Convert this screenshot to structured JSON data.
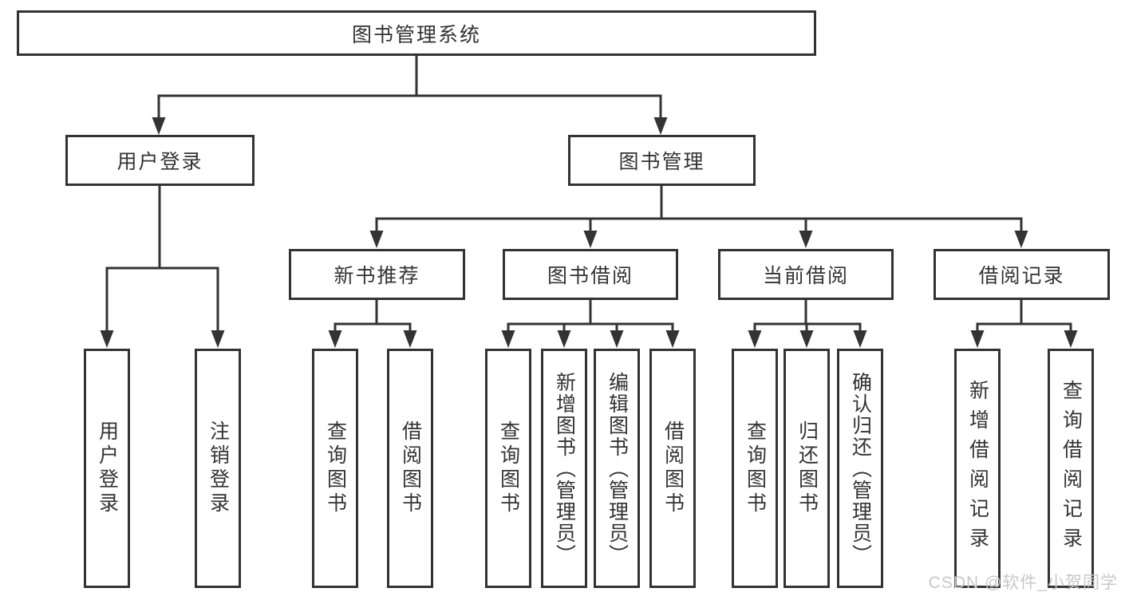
{
  "diagram": {
    "root": {
      "label": "图书管理系统"
    },
    "level2": [
      {
        "label": "用户登录"
      },
      {
        "label": "图书管理"
      }
    ],
    "level3": [
      {
        "label": "新书推荐"
      },
      {
        "label": "图书借阅"
      },
      {
        "label": "当前借阅"
      },
      {
        "label": "借阅记录"
      }
    ],
    "leaves": [
      {
        "label": "用户登录"
      },
      {
        "label": "注销登录"
      },
      {
        "label": "查询图书"
      },
      {
        "label": "借阅图书"
      },
      {
        "label": "查询图书"
      },
      {
        "label": "新增图书（管理员）"
      },
      {
        "label": "编辑图书（管理员）"
      },
      {
        "label": "借阅图书"
      },
      {
        "label": "查询图书"
      },
      {
        "label": "归还图书"
      },
      {
        "label": "确认归还（管理员）"
      },
      {
        "label": "新增借阅记录"
      },
      {
        "label": "查询借阅记录"
      }
    ]
  },
  "watermark": {
    "text": "CSDN @软件_小贺同学"
  },
  "colors": {
    "line": "#333333",
    "text": "#333333",
    "box_bg": "#ffffff",
    "watermark": "#c8c8c8"
  }
}
